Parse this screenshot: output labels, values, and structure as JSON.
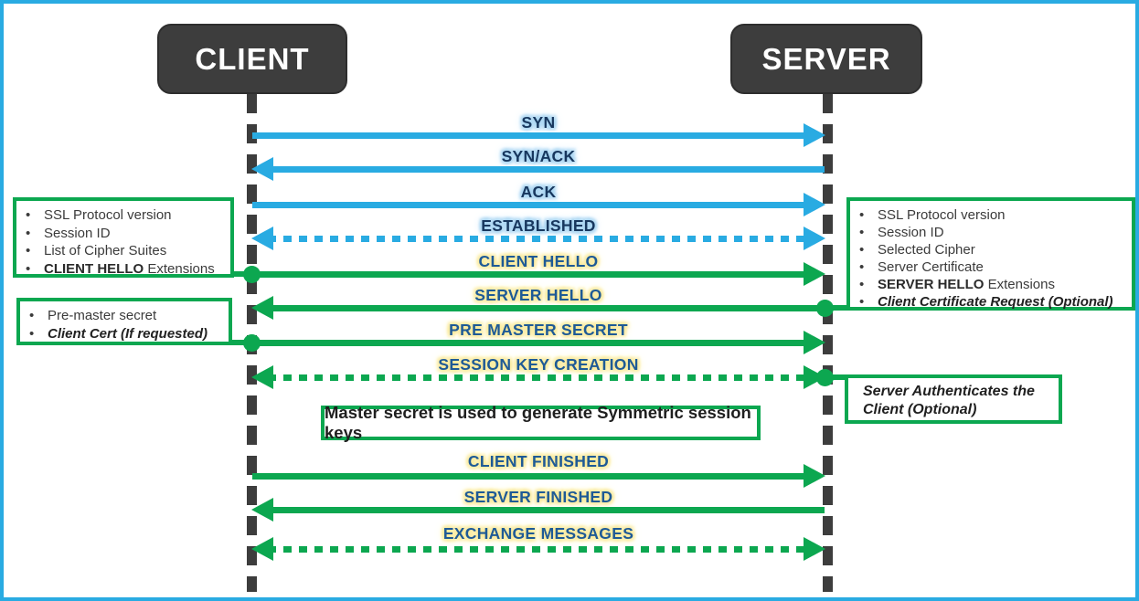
{
  "diagram_title": "SSL/TLS handshake sequence between client and server",
  "colors": {
    "frame_border": "#29abe2",
    "tcp_arrow_blue": "#29abe2",
    "ssl_arrow_green": "#0ca750",
    "actor_fill": "#3d3d3d",
    "label_blue_text": "#17375e",
    "label_green_text": "#1e5a96",
    "label_blue_glow": "#a8d5f2",
    "label_green_glow": "#faeb9e"
  },
  "actors": {
    "client": "CLIENT",
    "server": "SERVER"
  },
  "messages": [
    {
      "label": "SYN",
      "color": "blue",
      "style": "solid",
      "direction": "client-to-server"
    },
    {
      "label": "SYN/ACK",
      "color": "blue",
      "style": "solid",
      "direction": "server-to-client"
    },
    {
      "label": "ACK",
      "color": "blue",
      "style": "solid",
      "direction": "client-to-server"
    },
    {
      "label": "ESTABLISHED",
      "color": "blue",
      "style": "dotted",
      "direction": "both"
    },
    {
      "label": "CLIENT HELLO",
      "color": "green",
      "style": "solid",
      "direction": "client-to-server",
      "origin_dot": "client"
    },
    {
      "label": "SERVER HELLO",
      "color": "green",
      "style": "solid",
      "direction": "server-to-client",
      "origin_dot": "server"
    },
    {
      "label": "PRE MASTER SECRET",
      "color": "green",
      "style": "solid",
      "direction": "client-to-server",
      "origin_dot": "client"
    },
    {
      "label": "SESSION KEY CREATION",
      "color": "green",
      "style": "dotted",
      "direction": "both",
      "origin_dot": "server"
    },
    {
      "label": "CLIENT FINISHED",
      "color": "green",
      "style": "solid",
      "direction": "client-to-server"
    },
    {
      "label": "SERVER FINISHED",
      "color": "green",
      "style": "solid",
      "direction": "server-to-client"
    },
    {
      "label": "EXCHANGE MESSAGES",
      "color": "green",
      "style": "dotted",
      "direction": "both"
    }
  ],
  "boxes": {
    "client_hello": {
      "items": [
        {
          "strong": "",
          "text": "SSL Protocol version"
        },
        {
          "strong": "",
          "text": "Session ID"
        },
        {
          "strong": "",
          "text": "List of Cipher Suites"
        },
        {
          "strong": "CLIENT HELLO",
          "text": " Extensions"
        }
      ]
    },
    "pre_master": {
      "items": [
        {
          "strong": "",
          "text": "Pre-master secret"
        },
        {
          "bold_italic": "Client Cert (If requested)"
        }
      ]
    },
    "server_hello": {
      "items": [
        {
          "strong": "",
          "text": "SSL Protocol version"
        },
        {
          "strong": "",
          "text": "Session ID"
        },
        {
          "strong": "",
          "text": "Selected Cipher"
        },
        {
          "strong": "",
          "text": "Server Certificate"
        },
        {
          "strong": "SERVER HELLO",
          "text": " Extensions"
        },
        {
          "bold_italic": "Client Certificate Request (Optional)"
        }
      ]
    },
    "server_auth": {
      "text": "Server Authenticates the Client (Optional)"
    },
    "master_secret": {
      "text": "Master secret is used to generate Symmetric session keys"
    }
  }
}
